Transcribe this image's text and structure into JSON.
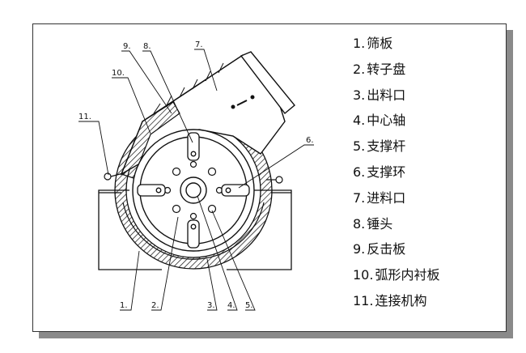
{
  "diagram": {
    "callouts": {
      "c1": "1.",
      "c2": "2.",
      "c3": "3.",
      "c4": "4.",
      "c5": "5.",
      "c6": "6.",
      "c7": "7.",
      "c8": "8.",
      "c9": "9.",
      "c10": "10.",
      "c11": "11."
    }
  },
  "legend": {
    "items": [
      {
        "num": "1.",
        "label": "筛板"
      },
      {
        "num": "2.",
        "label": "转子盘"
      },
      {
        "num": "3.",
        "label": "出料口"
      },
      {
        "num": "4.",
        "label": "中心轴"
      },
      {
        "num": "5.",
        "label": "支撑杆"
      },
      {
        "num": "6.",
        "label": "支撑环"
      },
      {
        "num": "7.",
        "label": "进料口"
      },
      {
        "num": "8.",
        "label": "锤头"
      },
      {
        "num": "9.",
        "label": "反击板"
      },
      {
        "num": "10.",
        "label": "弧形内衬板"
      },
      {
        "num": "11.",
        "label": "连接机构"
      }
    ]
  }
}
